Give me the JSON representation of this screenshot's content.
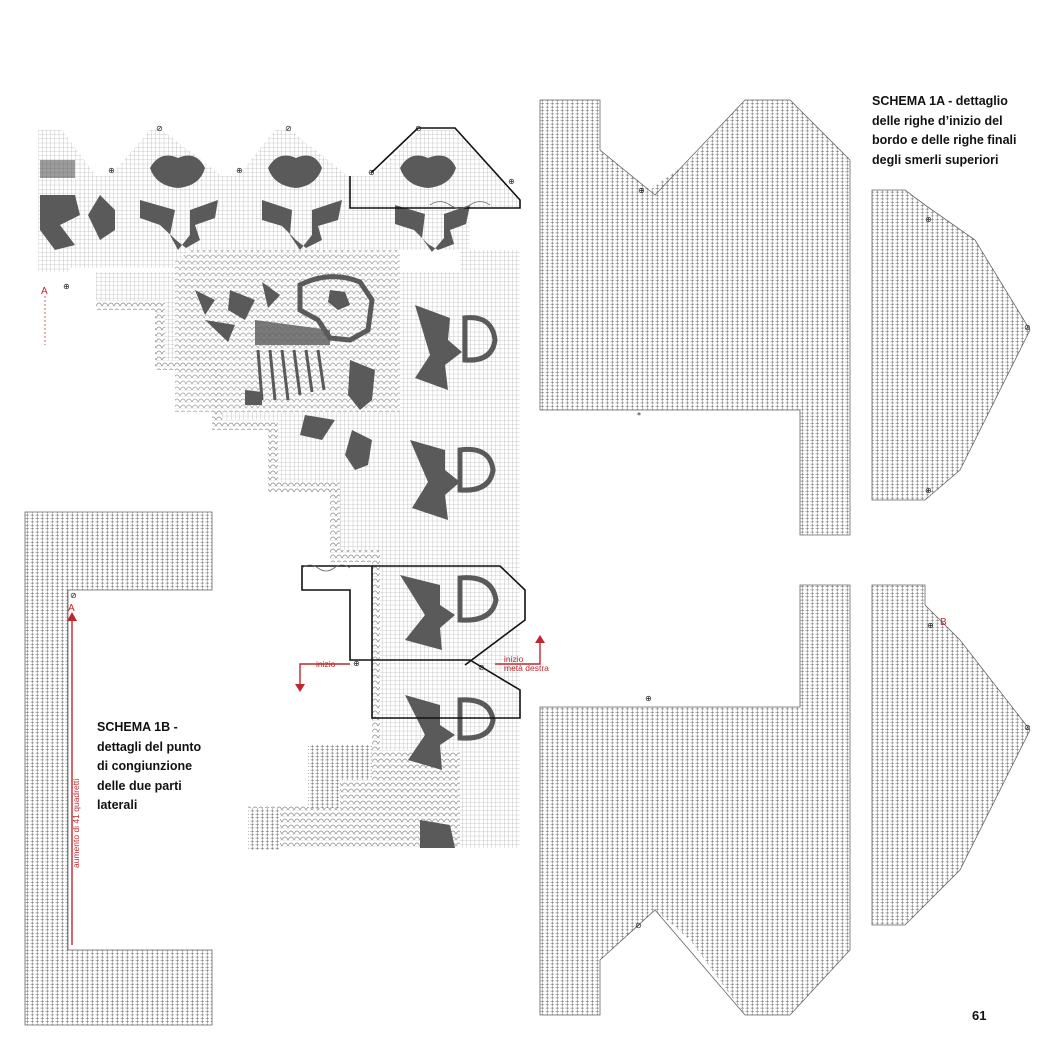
{
  "schema_1a": {
    "title_line1": "SCHEMA 1A -  dettaglio",
    "title_line2": "delle righe d’inizio del",
    "title_line3": "bordo e delle righe finali",
    "title_line4": "degli smerli superiori"
  },
  "schema_1b": {
    "title_line1": "SCHEMA 1B -",
    "title_line2": "dettagli del punto",
    "title_line3": "di congiunzione",
    "title_line4": "delle due parti",
    "title_line5": "laterali"
  },
  "labels": {
    "marker_a": "A",
    "marker_b": "B",
    "inizio": "inizio",
    "inizio_meta_line1": "inizio",
    "inizio_meta_line2": "metà destra",
    "aumento": "aumento di 41 quadretti"
  },
  "page_number": "61",
  "colors": {
    "accent_red": "#c0262d",
    "motif": "#5a5a5a",
    "grid": "#9a9a9a"
  }
}
